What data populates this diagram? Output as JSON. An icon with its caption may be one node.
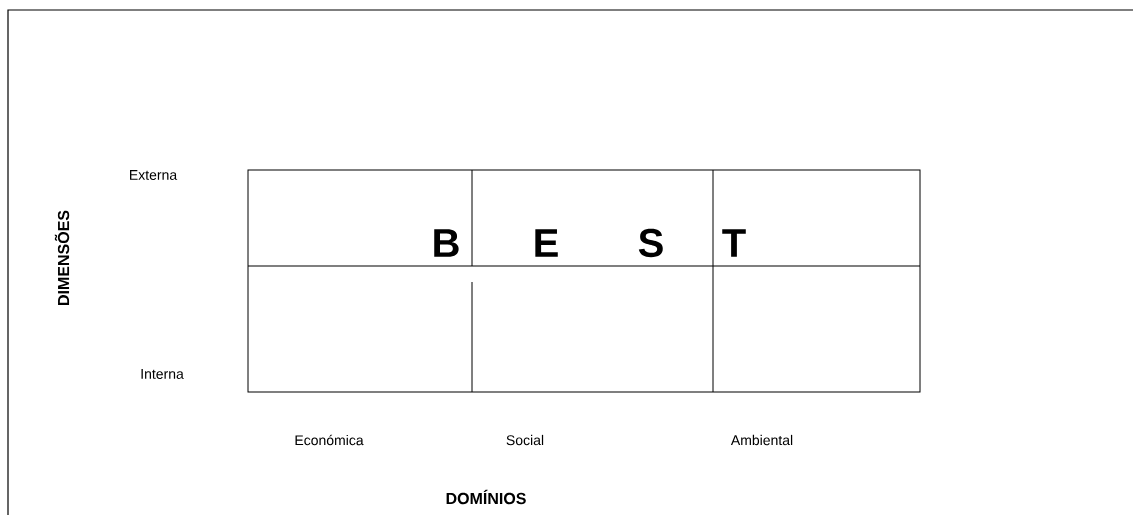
{
  "diagram": {
    "labels": [
      "Externa",
      "DIMENSÕES",
      "B",
      "E",
      "S",
      "T",
      "Interna",
      "Económica",
      "Social",
      "Ambiental",
      "DOMÍNIOS"
    ]
  }
}
